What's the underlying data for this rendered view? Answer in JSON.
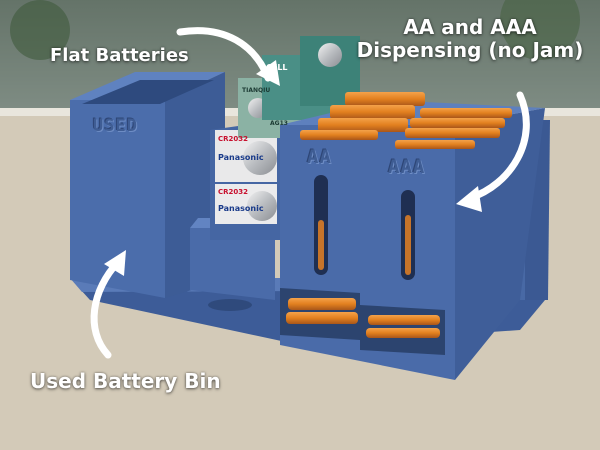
{
  "labels": {
    "flat_batteries": "Flat Batteries",
    "aa_aaa_line1": "AA and AAA",
    "aa_aaa_line2": "Dispensing (no Jam)",
    "used_bin": "Used Battery Bin"
  },
  "embossed": {
    "used": "USED",
    "aa": "AA",
    "aaa": "AAA"
  },
  "battery_prints": {
    "cr2032": "CR2032",
    "brand": "Panasonic",
    "cell": "CELL",
    "tianqiu": "TIANQIU",
    "ag13": "AG13"
  },
  "colors": {
    "organizer_blue": "#4a6aa8",
    "organizer_dark": "#334f85",
    "battery_orange": "#e8862a",
    "label_white": "#ffffff",
    "tabletop": "#d4ccbc"
  }
}
